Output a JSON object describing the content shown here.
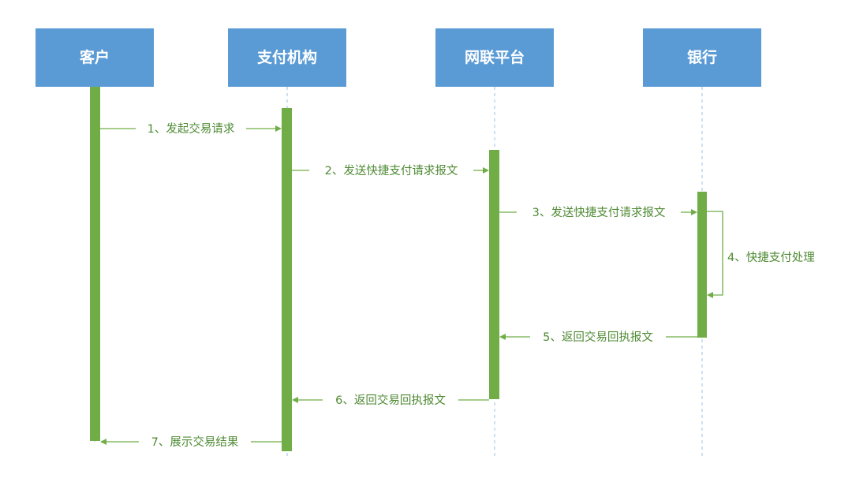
{
  "diagram": {
    "type": "sequence",
    "colors": {
      "actor_fill": "#5b9bd5",
      "actor_text": "#ffffff",
      "lifeline": "#9dc3e6",
      "activation": "#70ad47",
      "message": "#70ad47",
      "message_text": "#4e8a33"
    },
    "actors": [
      {
        "id": "customer",
        "label": "客户"
      },
      {
        "id": "payment_institution",
        "label": "支付机构"
      },
      {
        "id": "netunion_platform",
        "label": "网联平台"
      },
      {
        "id": "bank",
        "label": "银行"
      }
    ],
    "messages": [
      {
        "step": 1,
        "from": "customer",
        "to": "payment_institution",
        "label": "1、发起交易请求"
      },
      {
        "step": 2,
        "from": "payment_institution",
        "to": "netunion_platform",
        "label": "2、发送快捷支付请求报文"
      },
      {
        "step": 3,
        "from": "netunion_platform",
        "to": "bank",
        "label": "3、发送快捷支付请求报文"
      },
      {
        "step": 4,
        "from": "bank",
        "to": "bank",
        "label": "4、快捷支付处理"
      },
      {
        "step": 5,
        "from": "bank",
        "to": "netunion_platform",
        "label": "5、返回交易回执报文"
      },
      {
        "step": 6,
        "from": "netunion_platform",
        "to": "payment_institution",
        "label": "6、返回交易回执报文"
      },
      {
        "step": 7,
        "from": "payment_institution",
        "to": "customer",
        "label": "7、展示交易结果"
      }
    ]
  }
}
